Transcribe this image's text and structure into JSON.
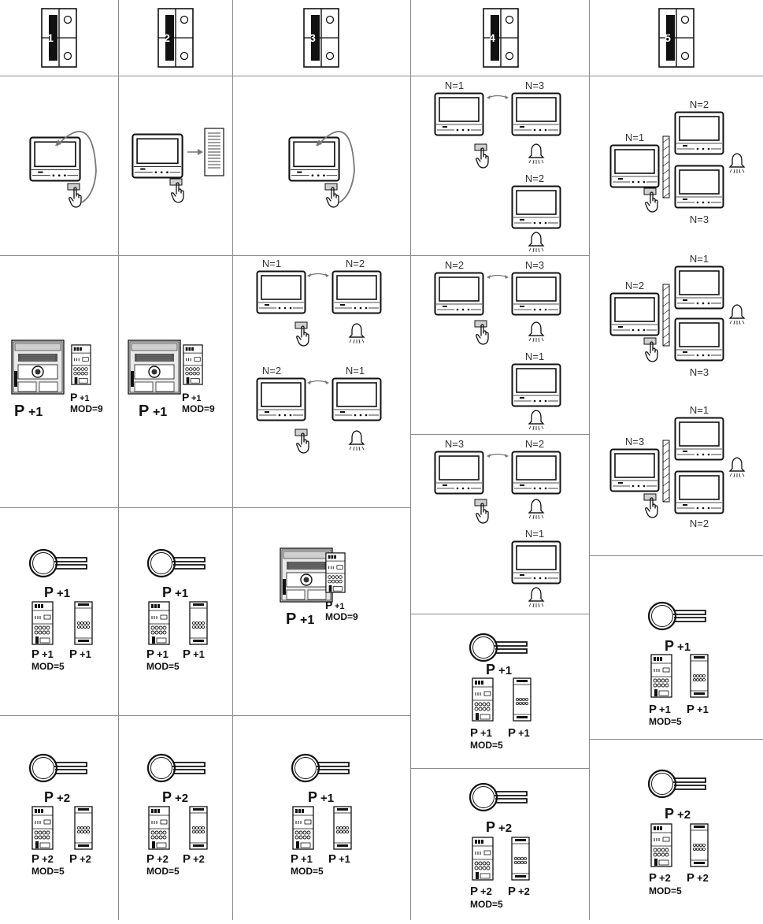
{
  "header": {
    "columns": [
      "1",
      "2",
      "3",
      "4",
      "5"
    ]
  },
  "labels": {
    "n1": "N=1",
    "n2": "N=2",
    "n3": "N=3",
    "p_prefix": "P",
    "mod5": "MOD=5",
    "mod9": "MOD=9"
  },
  "col1": {
    "p_handset": "+1",
    "p_module": "+1",
    "key1_p": "+1",
    "key1_m1": "+1",
    "key1_m2": "+1",
    "key2_p": "+2",
    "key2_m1": "+2",
    "key2_m2": "+2"
  },
  "col2": {
    "p_handset": "+1",
    "p_module": "+1",
    "key1_p": "+1",
    "key1_m1": "+1",
    "key1_m2": "+1",
    "key2_p": "+2",
    "key2_m1": "+2",
    "key2_m2": "+2"
  },
  "col3": {
    "pair1_left": "N=1",
    "pair1_right": "N=2",
    "pair2_left": "N=2",
    "pair2_right": "N=1",
    "p_handset": "+1",
    "p_module": "+1",
    "key_p": "+1",
    "key_m1": "+1",
    "key_m2": "+1"
  },
  "col4": {
    "b1_left": "N=1",
    "b1_right": "N=3",
    "b1_lower": "N=2",
    "b2_left": "N=2",
    "b2_right": "N=3",
    "b2_lower": "N=1",
    "b3_left": "N=3",
    "b3_right": "N=2",
    "b3_lower": "N=1",
    "key1_p": "+1",
    "key1_m1": "+1",
    "key1_m2": "+1",
    "key2_p": "+2",
    "key2_m1": "+2",
    "key2_m2": "+2"
  },
  "col5": {
    "b1_left": "N=1",
    "b1_top": "N=2",
    "b1_bottom": "N=3",
    "b2_left": "N=2",
    "b2_top": "N=1",
    "b2_bottom": "N=3",
    "b3_left": "N=3",
    "b3_top": "N=1",
    "b3_bottom": "N=2",
    "key1_p": "+1",
    "key1_m1": "+1",
    "key1_m2": "+1",
    "key2_p": "+2",
    "key2_m1": "+2",
    "key2_m2": "+2"
  }
}
